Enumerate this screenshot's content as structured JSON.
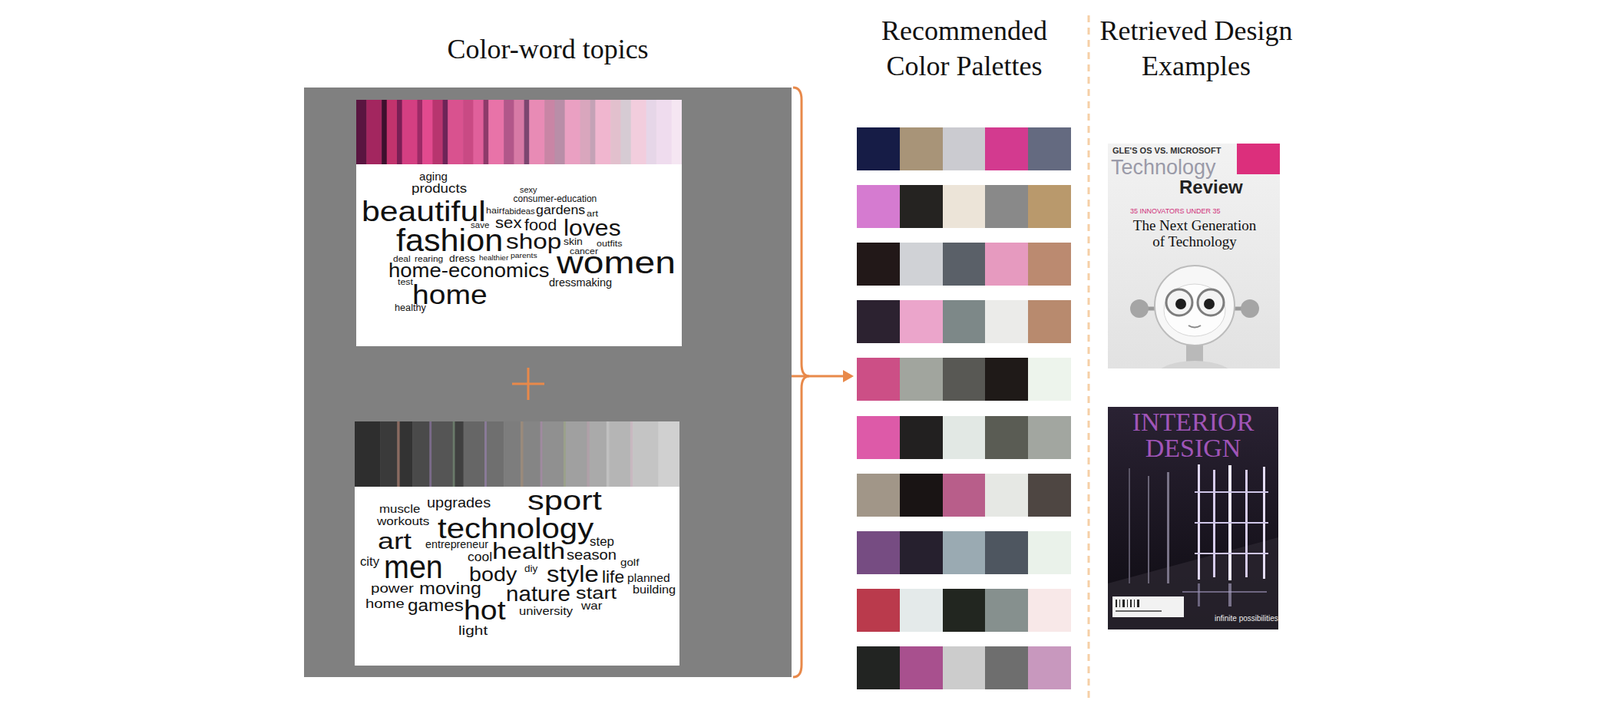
{
  "diagram": {
    "nodes": [
      {
        "text": [
          "Color-word topics"
        ]
      },
      {
        "text": [
          "aging",
          "products",
          "sexy",
          "consumer-education",
          "beautiful",
          "hair",
          "fabideas",
          "gardens",
          "art",
          "save",
          "sex",
          "food",
          "loves",
          "fashion",
          "shop",
          "skin",
          "outfits",
          "cancer",
          "deal",
          "rearing",
          "dress",
          "healthier",
          "parents",
          "home-economics",
          "women",
          "test",
          "home",
          "dressmaking",
          "healthy"
        ],
        "in": 0
      },
      {
        "text": [
          "muscle",
          "upgrades",
          "sport",
          "workouts",
          "technology",
          "art",
          "entrepreneur",
          "step",
          "cool",
          "health",
          "season",
          "city",
          "men",
          "golf",
          "body",
          "diy",
          "style",
          "life",
          "planned",
          "power",
          "moving",
          "nature",
          "start",
          "building",
          "home",
          "games",
          "hot",
          "war",
          "university",
          "light"
        ],
        "in": 0
      },
      {
        "text": [
          "Recommended Color Palettes"
        ]
      }
    ],
    "edges": [
      {
        "from": 0,
        "to": 3,
        "arrow": "to"
      }
    ],
    "labels": [
      "Retrieved Design Examples",
      "GLE'S OS VS. MICROSOFT",
      "Technology",
      "Review",
      "35 INNOVATORS UNDER 35",
      "The Next Generation of Technology",
      "INTERIOR DESIGN",
      "infinite possibilities"
    ]
  }
}
